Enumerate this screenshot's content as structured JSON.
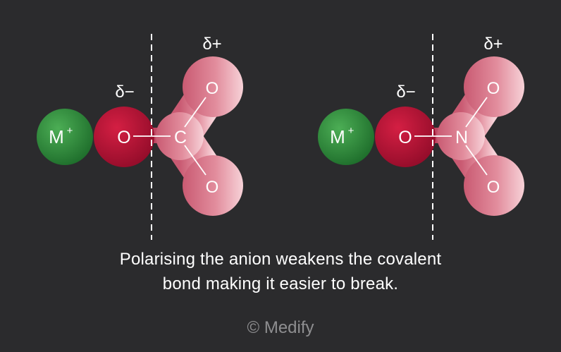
{
  "diagram": {
    "molecules": [
      {
        "cation": "M",
        "cation_charge": "+",
        "linking_oxygen": "O",
        "central_atom": "C",
        "outer_atoms": [
          "O",
          "O"
        ],
        "partial_negative": "δ−",
        "partial_positive": "δ+"
      },
      {
        "cation": "M",
        "cation_charge": "+",
        "linking_oxygen": "O",
        "central_atom": "N",
        "outer_atoms": [
          "O",
          "O"
        ],
        "partial_negative": "δ−",
        "partial_positive": "δ+"
      }
    ],
    "caption_line1": "Polarising the anion weakens the covalent",
    "caption_line2": "bond making it easier to break.",
    "copyright": "© Medify"
  },
  "colors": {
    "background": "#2b2b2d",
    "cation": "#2e8b3e",
    "linking_oxygen": "#c01538",
    "anion_pink": "#e48a9a",
    "text": "#ffffff",
    "muted": "#8e8e90"
  }
}
